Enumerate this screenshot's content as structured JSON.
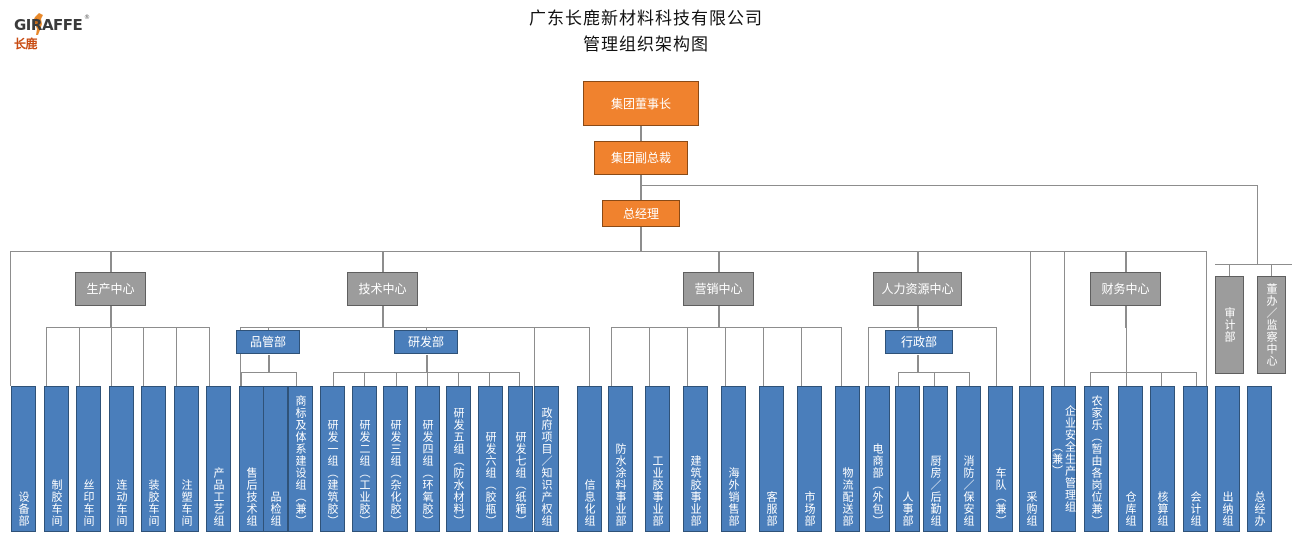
{
  "logo": {
    "text_en": "GIRAFFE",
    "text_cn": "长鹿",
    "registered": "®",
    "icon": "giraffe-icon"
  },
  "header": {
    "title_line1": "广东长鹿新材料科技有限公司",
    "title_line2": "管理组织架构图"
  },
  "colors": {
    "executive": "#F0822E",
    "center": "#9C9C9C",
    "department": "#4A7EBB",
    "connector": "#8D8D8D"
  },
  "chart_data": {
    "type": "org-chart",
    "title": "广东长鹿新材料科技有限公司 管理组织架构图",
    "executives": [
      {
        "id": "chairman",
        "label": "集团董事长"
      },
      {
        "id": "vp",
        "label": "集团副总裁"
      },
      {
        "id": "gm",
        "label": "总经理"
      }
    ],
    "centers": [
      {
        "id": "production",
        "label": "生产中心"
      },
      {
        "id": "technology",
        "label": "技术中心"
      },
      {
        "id": "marketing",
        "label": "营销中心"
      },
      {
        "id": "hr",
        "label": "人力资源中心"
      },
      {
        "id": "finance",
        "label": "财务中心"
      }
    ],
    "direct_units": [
      {
        "id": "audit",
        "label": "审计部"
      },
      {
        "id": "board",
        "label": "董办／监察中心"
      }
    ],
    "subdepartments": [
      {
        "id": "quality",
        "label": "品管部",
        "parent": "technology"
      },
      {
        "id": "rnd",
        "label": "研发部",
        "parent": "technology"
      },
      {
        "id": "admin",
        "label": "行政部",
        "parent": "hr"
      }
    ],
    "leaf_units": [
      {
        "label": "设备部",
        "parent": "production"
      },
      {
        "label": "制胶车间",
        "parent": "production"
      },
      {
        "label": "丝印车间",
        "parent": "production"
      },
      {
        "label": "连动车间",
        "parent": "production"
      },
      {
        "label": "装胶车间",
        "parent": "production"
      },
      {
        "label": "注塑车间",
        "parent": "production"
      },
      {
        "label": "产品工艺组",
        "parent": "production"
      },
      {
        "label": "售后技术组",
        "parent": "technology"
      },
      {
        "label": "品检组",
        "parent": "quality"
      },
      {
        "label": "商标及体系建设组（兼）",
        "parent": "quality"
      },
      {
        "label": "研发一组（建筑胶）",
        "parent": "rnd"
      },
      {
        "label": "研发二组（工业胶）",
        "parent": "rnd"
      },
      {
        "label": "研发三组（杂化胶）",
        "parent": "rnd"
      },
      {
        "label": "研发四组（环氧胶）",
        "parent": "rnd"
      },
      {
        "label": "研发五组（防水材料）",
        "parent": "rnd"
      },
      {
        "label": "研发六组（胶瓶）",
        "parent": "rnd"
      },
      {
        "label": "研发七组（纸箱）",
        "parent": "rnd"
      },
      {
        "label": "政府项目／知识产权组",
        "parent": "technology"
      },
      {
        "label": "信息化组",
        "parent": "technology"
      },
      {
        "label": "防水涂料事业部",
        "parent": "marketing"
      },
      {
        "label": "工业胶事业部",
        "parent": "marketing"
      },
      {
        "label": "建筑胶事业部",
        "parent": "marketing"
      },
      {
        "label": "海外销售部",
        "parent": "marketing"
      },
      {
        "label": "客服部",
        "parent": "marketing"
      },
      {
        "label": "市场部",
        "parent": "marketing"
      },
      {
        "label": "物流配送部",
        "parent": "marketing"
      },
      {
        "label": "电商部（外包）",
        "parent": "marketing"
      },
      {
        "label": "人事部",
        "parent": "hr"
      },
      {
        "label": "厨房／后勤组",
        "parent": "admin"
      },
      {
        "label": "消防／保安组",
        "parent": "admin"
      },
      {
        "label": "车队（兼）",
        "parent": "admin"
      },
      {
        "label": "采购组",
        "parent": "hr"
      },
      {
        "label": "企业安全生产管理组（兼）",
        "parent": "gm"
      },
      {
        "label": "农家乐（暂由各岗位兼）",
        "parent": "gm"
      },
      {
        "label": "仓库组",
        "parent": "finance"
      },
      {
        "label": "核算组",
        "parent": "finance"
      },
      {
        "label": "会计组",
        "parent": "finance"
      },
      {
        "label": "出纳组",
        "parent": "finance"
      },
      {
        "label": "总经办",
        "parent": "gm"
      }
    ]
  }
}
